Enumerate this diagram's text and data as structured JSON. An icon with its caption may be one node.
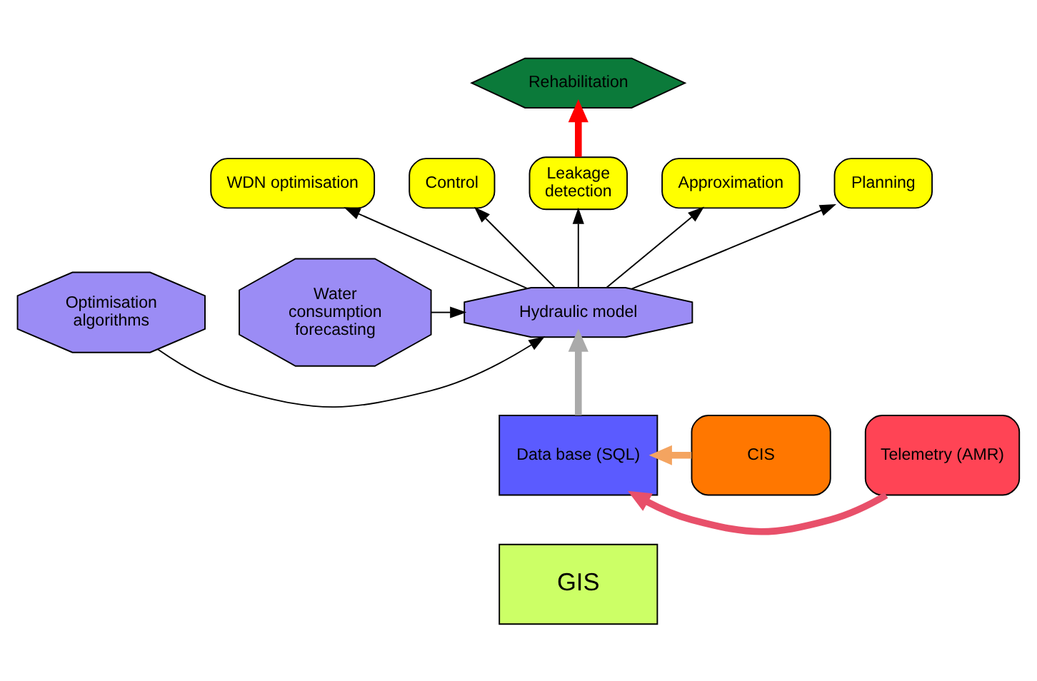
{
  "diagram": {
    "nodes": [
      {
        "text": [
          "Rehabilitation"
        ]
      },
      {
        "text": [
          "WDN optimisation"
        ]
      },
      {
        "text": [
          "Control"
        ]
      },
      {
        "text": [
          "Leakage detection"
        ]
      },
      {
        "text": [
          "Approximation"
        ]
      },
      {
        "text": [
          "Planning"
        ]
      },
      {
        "text": [
          "Optimisation algorithms"
        ]
      },
      {
        "text": [
          "Hydraulic model"
        ]
      },
      {
        "text": [
          "Water consumption forecasting"
        ]
      },
      {
        "text": [
          "Data base (SQL)"
        ]
      },
      {
        "text": [
          "GIS"
        ]
      },
      {
        "text": [
          "CIS"
        ]
      },
      {
        "text": [
          "Telemetry (AMR)"
        ]
      }
    ],
    "edges": [
      {
        "from": 3,
        "to": 0,
        "arrow": "to",
        "style": "thick",
        "color": "#ff0000"
      },
      {
        "from": 7,
        "to": 1,
        "arrow": "to"
      },
      {
        "from": 7,
        "to": 2,
        "arrow": "to"
      },
      {
        "from": 7,
        "to": 3,
        "arrow": "to"
      },
      {
        "from": 7,
        "to": 4,
        "arrow": "to"
      },
      {
        "from": 7,
        "to": 5,
        "arrow": "to"
      },
      {
        "from": 6,
        "to": 7,
        "arrow": "to"
      },
      {
        "from": 8,
        "to": 7,
        "arrow": "to"
      },
      {
        "from": 9,
        "to": 7,
        "arrow": "to",
        "style": "thick",
        "color": "#aaaaaa"
      },
      {
        "from": 11,
        "to": 9,
        "arrow": "to",
        "style": "thick",
        "color": "#f4a460"
      },
      {
        "from": 12,
        "to": 9,
        "arrow": "to",
        "style": "thick",
        "color": "#e8506a"
      }
    ]
  }
}
